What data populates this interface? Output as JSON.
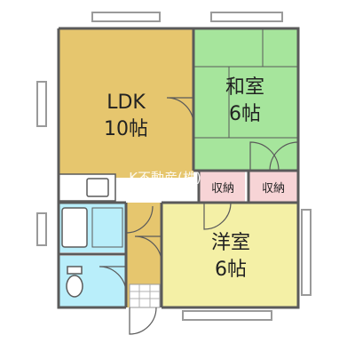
{
  "rooms": {
    "ldk": {
      "name": "LDK",
      "size": "10帖",
      "color": "#e6c66e"
    },
    "washitsu": {
      "name": "和室",
      "size": "6帖",
      "color": "#a6e59c"
    },
    "youshitsu": {
      "name": "洋室",
      "size": "6帖",
      "color": "#f4f0a6"
    },
    "storage_left": {
      "label": "収納",
      "color": "#f7d4d6"
    },
    "storage_right": {
      "label": "収納",
      "color": "#f7d4d6"
    },
    "bath": {
      "color": "#b9eefa"
    },
    "toilet": {
      "color": "#b9eefa"
    },
    "hallway": {
      "color": "#e6c66e"
    }
  },
  "watermark": "K不動産(株)",
  "colors": {
    "wall": "#5a5a5a",
    "window": "#9a9a9a"
  }
}
